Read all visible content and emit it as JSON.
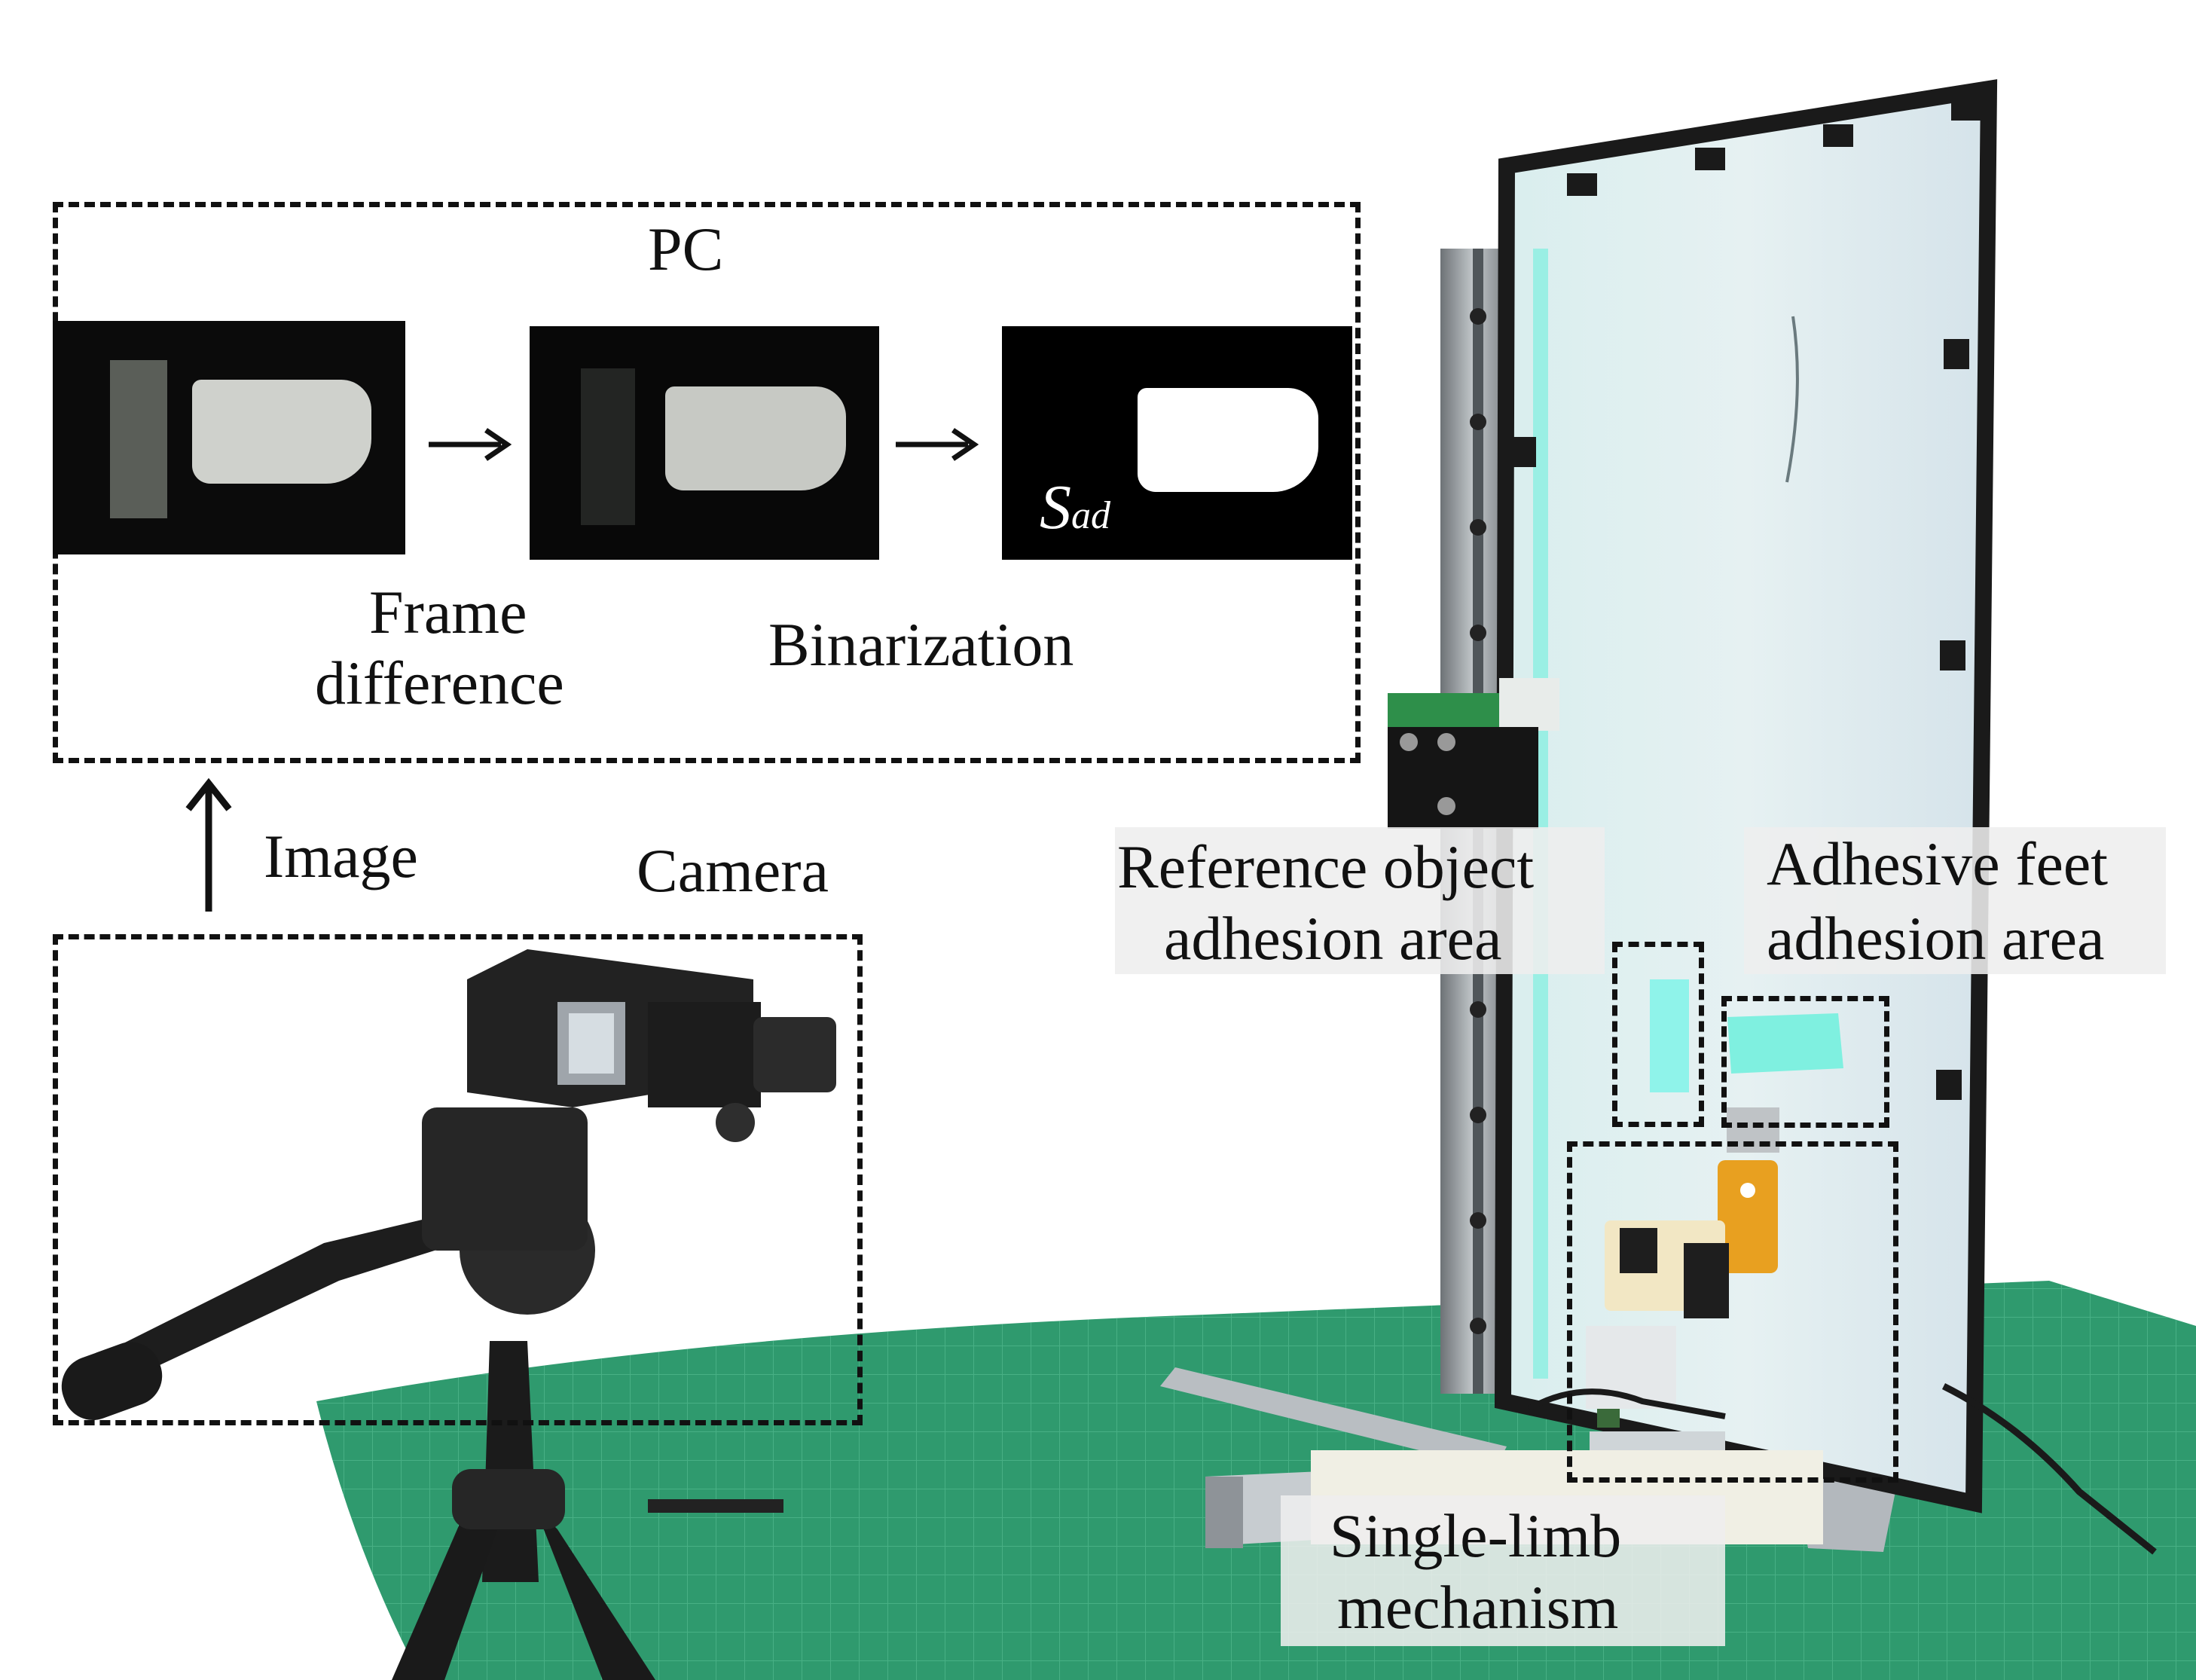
{
  "pc_box": {
    "title": "PC"
  },
  "steps": {
    "frame_difference_line1": "Frame",
    "frame_difference_line2": "difference",
    "binarization": "Binarization"
  },
  "binary_panel": {
    "symbol_main": "S",
    "symbol_sub": "ad"
  },
  "image_arrow": {
    "label": "Image"
  },
  "camera_box": {
    "label": "Camera"
  },
  "annotations": {
    "reference_line1": "Reference object",
    "reference_line2": "adhesion area",
    "adhesive_line1": "Adhesive feet",
    "adhesive_line2": "adhesion area",
    "mechanism_line1": "Single-limb",
    "mechanism_line2": "mechanism"
  },
  "colors": {
    "mat": "#2f9a6e",
    "glass": "#cfe6e8",
    "frame": "#1a1a1a",
    "rail": "#9aa0a4",
    "gear": "#e8a020",
    "highlight": "#7ff0e0"
  }
}
